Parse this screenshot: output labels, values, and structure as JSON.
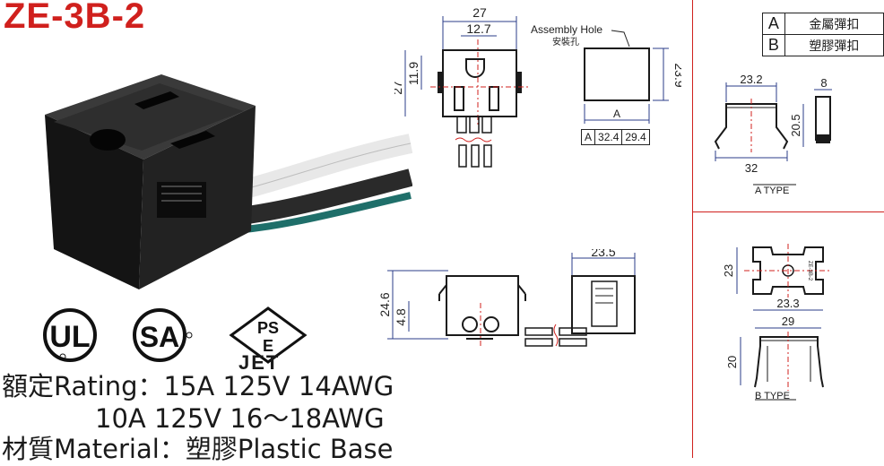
{
  "product": {
    "model": "ZE-3B-2"
  },
  "certifications": {
    "ul": "UL",
    "csa": "SA",
    "pse_top": "PS",
    "pse_bottom": "E",
    "jet": "JET"
  },
  "specs": {
    "rating_label": "額定Rating：",
    "rating_1": "15A 125V  14AWG",
    "rating_2": "10A 125V  16～18AWG",
    "material_label": "材質Material：",
    "material_value": "塑膠Plastic Base"
  },
  "front_view": {
    "dim_width": "27",
    "dim_inner_width": "12.7",
    "dim_height": "27",
    "dim_offset": "11.9"
  },
  "assembly_hole": {
    "label_en": "Assembly Hole",
    "label_zh": "安裝孔",
    "dim_height": "23.9",
    "dim_a": "A",
    "a_table": {
      "key": "A",
      "val1": "32.4",
      "val2": "29.4"
    }
  },
  "side_views": {
    "dim_total_height": "24.6",
    "dim_small": "4.8",
    "dim_width": "23.5"
  },
  "legend": {
    "rows": [
      {
        "key": "A",
        "value": "金屬彈扣"
      },
      {
        "key": "B",
        "value": "塑膠彈扣"
      }
    ]
  },
  "a_type": {
    "caption": "A TYPE",
    "dim_top": "23.2",
    "dim_bottom": "32",
    "dim_side": "20.5",
    "dim_thickness": "8"
  },
  "b_type": {
    "caption": "B TYPE",
    "dim_height": "23",
    "dim_width": "23.3",
    "dim_top_width": "29",
    "dim_side": "20",
    "plate_text": "ZE-3B-2"
  },
  "colors": {
    "title": "#d0201d",
    "center_line": "#d0201d",
    "dimension": "#2b3c8a",
    "outline": "#1a1a1a",
    "socket_body": "#1c1c1c"
  }
}
